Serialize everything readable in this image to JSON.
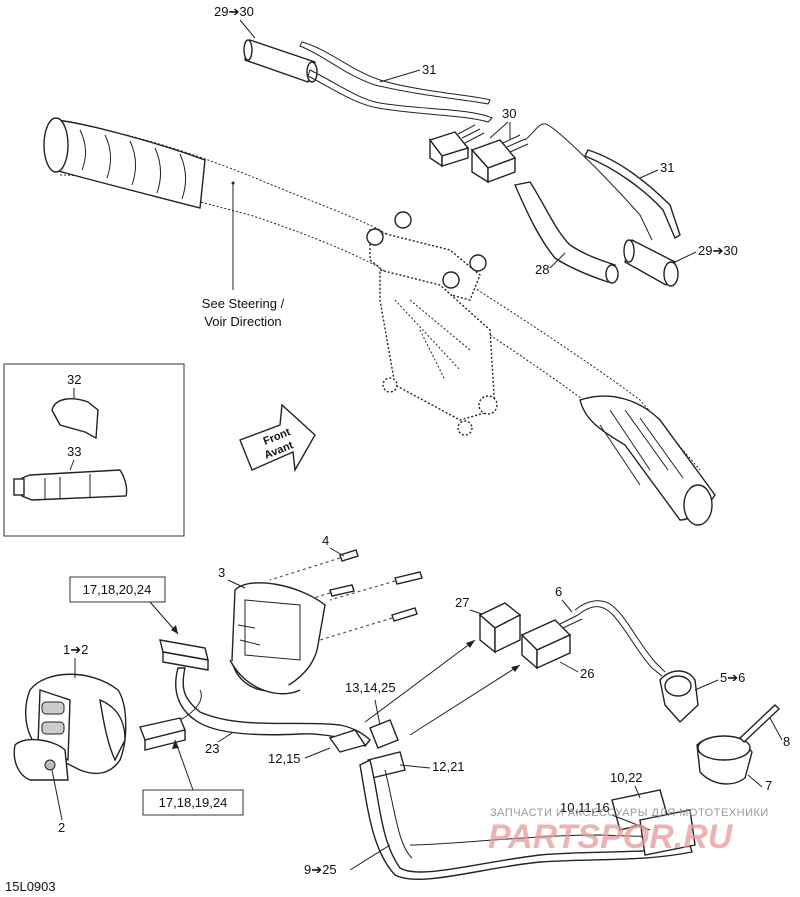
{
  "diagram_code": "15L0903",
  "callouts": {
    "c29_30_top": "29➔30",
    "c31_top": "31",
    "c30": "30",
    "c31_right": "31",
    "c29_30_right": "29➔30",
    "c28": "28",
    "c32": "32",
    "c33": "33",
    "c4": "4",
    "c3": "3",
    "c17_18_20_24": "17,18,20,24",
    "c27": "27",
    "c6": "6",
    "c26": "26",
    "c1_2": "1➔2",
    "c13_14_25": "13,14,25",
    "c5_6": "5➔6",
    "c8": "8",
    "c23": "23",
    "c12_15": "12,15",
    "c12_21": "12,21",
    "c7": "7",
    "c10_22": "10,22",
    "c17_18_19_24": "17,18,19,24",
    "c10_11_16": "10,11,16",
    "c2": "2",
    "c9_25": "9➔25"
  },
  "steering_note_line1": "See Steering /",
  "steering_note_line2": "Voir Direction",
  "front_arrow_line1": "Front",
  "front_arrow_line2": "Avant",
  "watermark_top": "ЗАПЧАСТИ И АКСЕССУАРЫ ДЛЯ МОТОТЕХНИКИ",
  "watermark_brand": "PARTSPOR.RU"
}
